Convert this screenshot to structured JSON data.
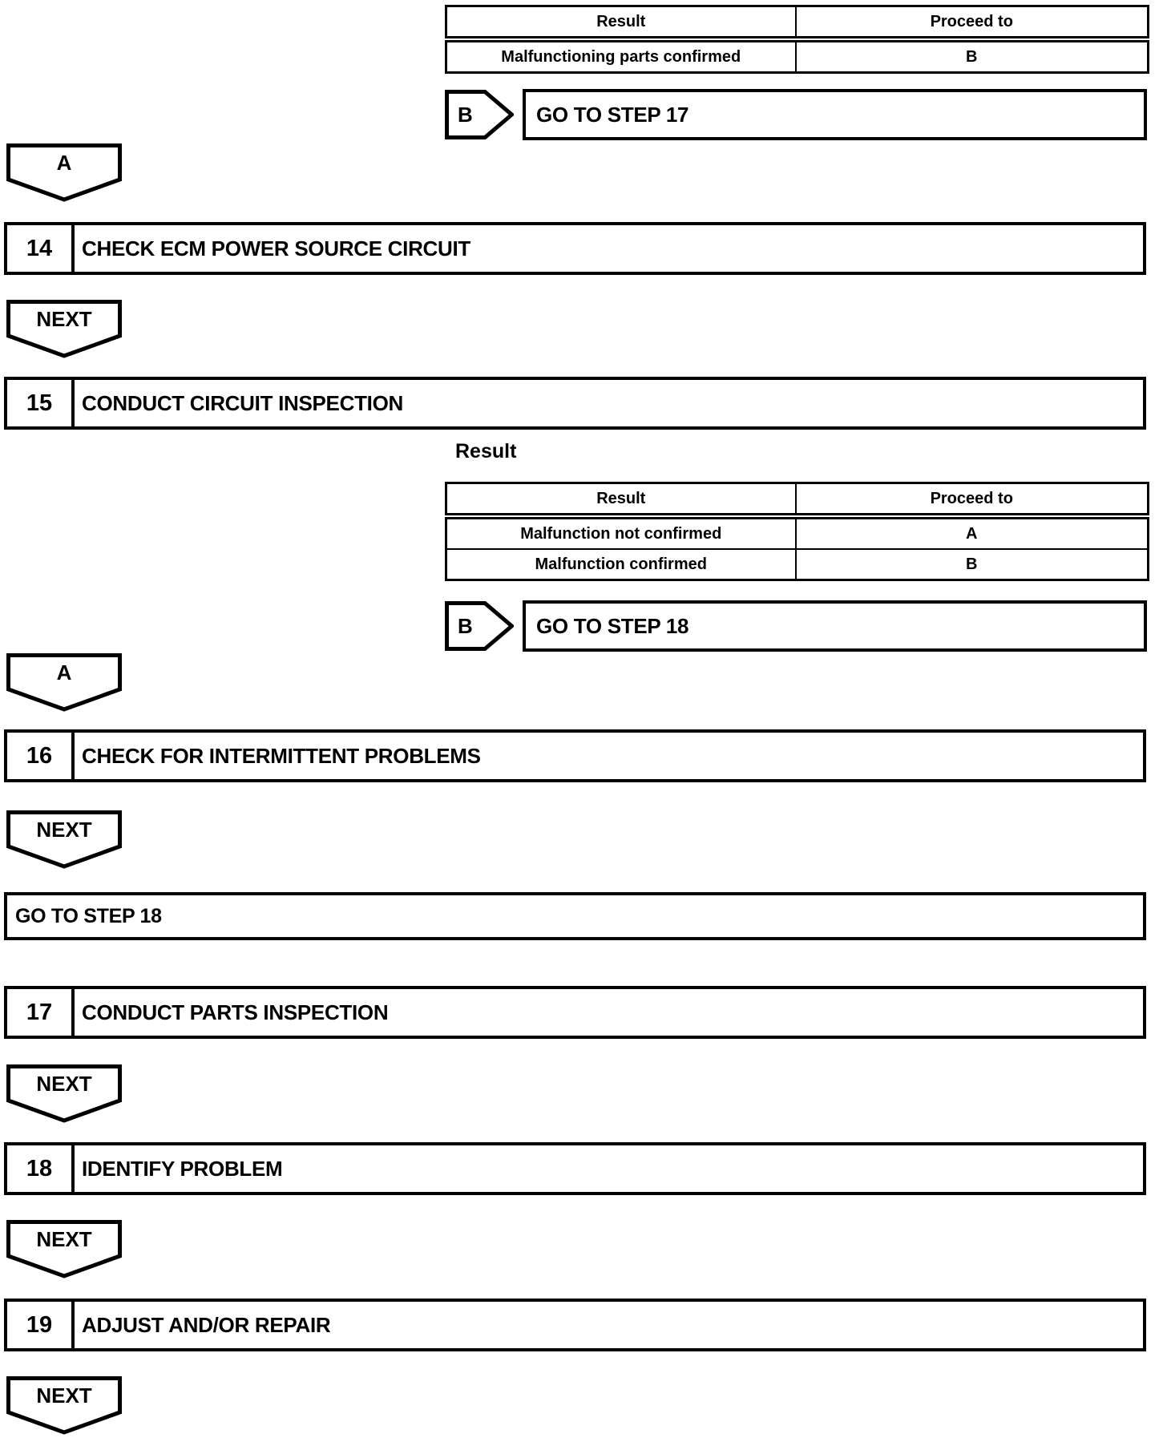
{
  "page": {
    "background": "#ffffff",
    "ink": "#000000"
  },
  "result_table_top": {
    "headers": {
      "result": "Result",
      "proceed": "Proceed to"
    },
    "rows": [
      {
        "result": "Malfunctioning parts confirmed",
        "proceed": "B"
      }
    ]
  },
  "goto_step_17": {
    "connector_label": "B",
    "text": "GO TO STEP 17"
  },
  "banner_a_1": {
    "label": "A"
  },
  "step_14": {
    "number": "14",
    "title": "CHECK ECM POWER SOURCE CIRCUIT"
  },
  "next_1": {
    "label": "NEXT"
  },
  "step_15": {
    "number": "15",
    "title": "CONDUCT CIRCUIT INSPECTION"
  },
  "result_section": {
    "label": "Result"
  },
  "result_table_mid": {
    "headers": {
      "result": "Result",
      "proceed": "Proceed to"
    },
    "rows": [
      {
        "result": "Malfunction not confirmed",
        "proceed": "A"
      },
      {
        "result": "Malfunction confirmed",
        "proceed": "B"
      }
    ]
  },
  "goto_step_18_arrow": {
    "connector_label": "B",
    "text": "GO TO STEP 18"
  },
  "banner_a_2": {
    "label": "A"
  },
  "step_16": {
    "number": "16",
    "title": "CHECK FOR INTERMITTENT PROBLEMS"
  },
  "next_2": {
    "label": "NEXT"
  },
  "goto_step_18_box": {
    "text": "GO TO STEP 18"
  },
  "step_17": {
    "number": "17",
    "title": "CONDUCT PARTS INSPECTION"
  },
  "next_3": {
    "label": "NEXT"
  },
  "step_18": {
    "number": "18",
    "title": "IDENTIFY PROBLEM"
  },
  "next_4": {
    "label": "NEXT"
  },
  "step_19": {
    "number": "19",
    "title": "ADJUST AND/OR REPAIR"
  },
  "next_5": {
    "label": "NEXT"
  }
}
